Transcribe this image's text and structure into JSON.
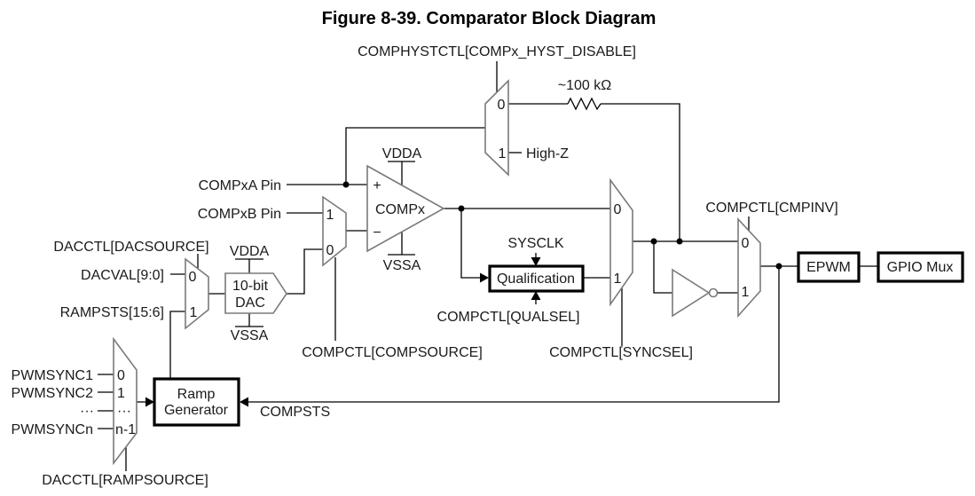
{
  "title": "Figure 8-39. Comparator Block Diagram",
  "hysteresis": {
    "control": "COMPHYSTCTL[COMPx_HYST_DISABLE]",
    "input0": "0",
    "input1": "1",
    "resistor": "~100 kΩ",
    "high_z": "High-Z"
  },
  "inputs": {
    "pin_a": "COMPxA Pin",
    "pin_b": "COMPxB Pin"
  },
  "comparator": {
    "name": "COMPx",
    "plus": "+",
    "minus": "−",
    "vdda": "VDDA",
    "vssa": "VSSA"
  },
  "compsource_mux": {
    "input1": "1",
    "input0": "0",
    "control": "COMPCTL[COMPSOURCE]"
  },
  "dacsource_mux": {
    "control": "DACCTL[DACSOURCE]",
    "input0_signal": "DACVAL[9:0]",
    "input1_signal": "RAMPSTS[15:6]",
    "input0": "0",
    "input1": "1"
  },
  "dac": {
    "line1": "10-bit",
    "line2": "DAC",
    "vdda": "VDDA",
    "vssa": "VSSA"
  },
  "ramp_mux": {
    "inputs": [
      {
        "signal": "PWMSYNC1",
        "index": "0"
      },
      {
        "signal": "PWMSYNC2",
        "index": "1"
      },
      {
        "signal": "···",
        "index": "···"
      },
      {
        "signal": "PWMSYNCn",
        "index": "n-1"
      }
    ],
    "control": "DACCTL[RAMPSOURCE]"
  },
  "ramp_generator": {
    "line1": "Ramp",
    "line2": "Generator",
    "feedback": "COMPSTS"
  },
  "qualification": {
    "label": "Qualification",
    "clock": "SYSCLK",
    "control": "COMPCTL[QUALSEL]"
  },
  "sync_mux": {
    "input0": "0",
    "input1": "1",
    "control": "COMPCTL[SYNCSEL]"
  },
  "invert_mux": {
    "input0": "0",
    "input1": "1",
    "control": "COMPCTL[CMPINV]"
  },
  "outputs": {
    "epwm": "EPWM",
    "gpio_mux": "GPIO Mux"
  }
}
